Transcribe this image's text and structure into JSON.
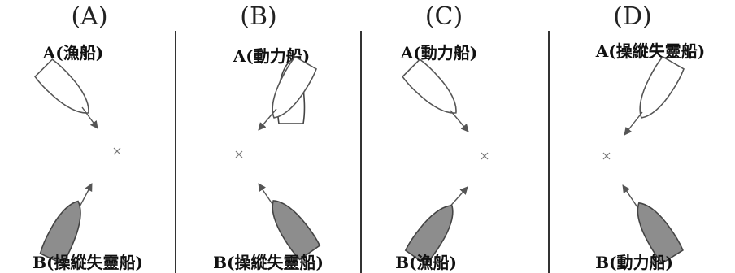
{
  "panels": [
    {
      "letter": "(A)",
      "ship_a_label": "A(漁船)",
      "ship_b_label": "B(操縱失靈船)"
    },
    {
      "letter": "(B)",
      "ship_a_label": "A(動力船)",
      "ship_b_label": "B(操縱失靈船)"
    },
    {
      "letter": "(C)",
      "ship_a_label": "A(動力船)",
      "ship_b_label": "B(漁船)"
    },
    {
      "letter": "(D)",
      "ship_a_label": "A(操縱失靈船)",
      "ship_b_label": "B(動力船)"
    }
  ],
  "colors": {
    "ship_a_fill": "#ffffff",
    "ship_b_fill": "#8d8d8d",
    "lines": "#555555"
  },
  "icons": {
    "collision_point": "cross-mark-icon"
  }
}
